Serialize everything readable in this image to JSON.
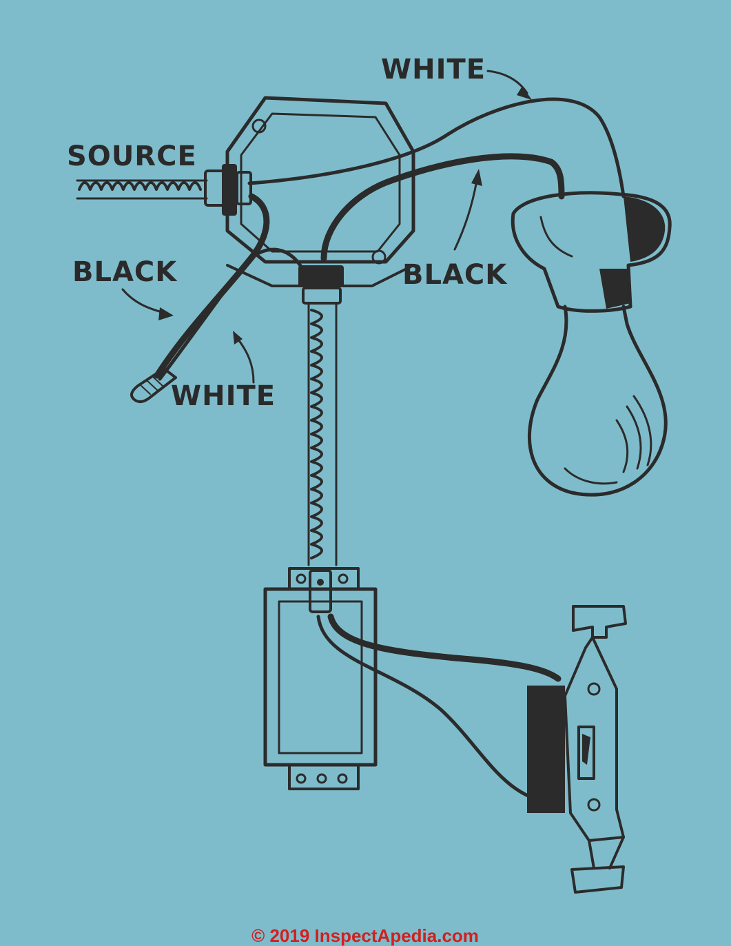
{
  "labels": {
    "source": "SOURCE",
    "white_top": "WHITE",
    "black_left": "BLACK",
    "black_right": "BLACK",
    "white_left": "WHITE"
  },
  "watermark": "© 2019 InspectApedia.com",
  "colors": {
    "background": "#7fbccb",
    "ink": "#2b2b2b",
    "watermark": "#d21f1f"
  }
}
